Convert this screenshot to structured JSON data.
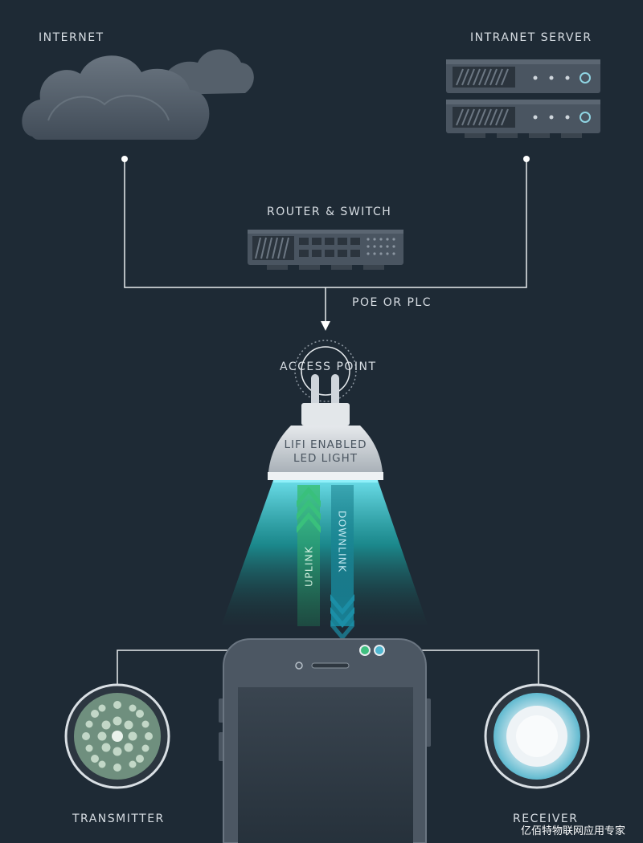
{
  "labels": {
    "internet": "INTERNET",
    "intranet_server": "INTRANET SERVER",
    "router_switch": "ROUTER & SWITCH",
    "poe_plc": "POE OR PLC",
    "access_point": "ACCESS POINT",
    "lifi_line1": "LIFI ENABLED",
    "lifi_line2": "LED LIGHT",
    "uplink": "UPLINK",
    "downlink": "DOWNLINK",
    "transmitter": "TRANSMITTER",
    "receiver": "RECEIVER"
  },
  "watermark": "亿佰特物联网应用专家",
  "colors": {
    "background": "#1e2a35",
    "uplink": "#2fb37a",
    "downlink": "#1d8fa0",
    "light_beam": "#3fd0e0",
    "line": "#e8ecef"
  }
}
